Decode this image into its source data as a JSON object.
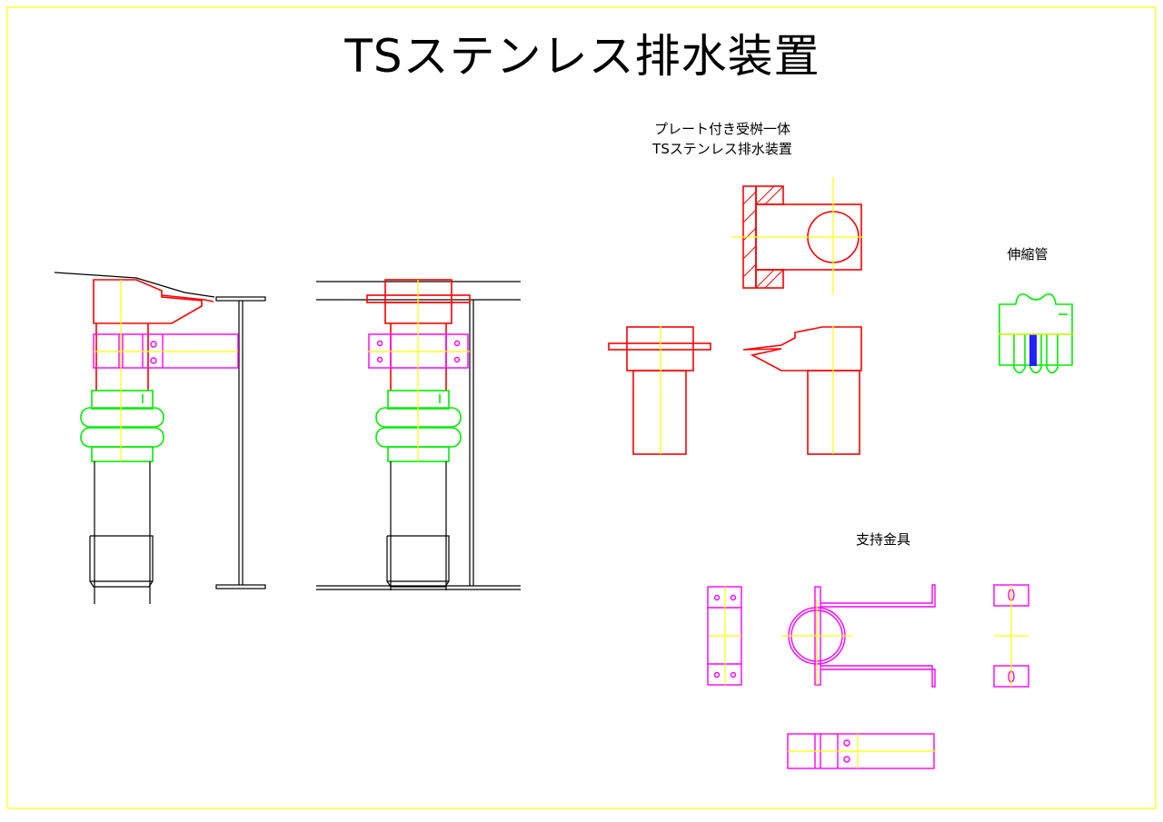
{
  "title": "TSステンレス排水装置",
  "labels": {
    "plate_caption_line1": "プレート付き受桝一体",
    "plate_caption_line2": "TSステンレス排水装置",
    "expansion_pipe": "伸縮管",
    "support_bracket": "支持金具"
  },
  "colors": {
    "border": "#ffff00",
    "drain_body": "#ff0000",
    "bracket": "#ff00ff",
    "expansion_joint": "#00ee00",
    "structure": "#000000",
    "center_line": "#ffff00"
  }
}
